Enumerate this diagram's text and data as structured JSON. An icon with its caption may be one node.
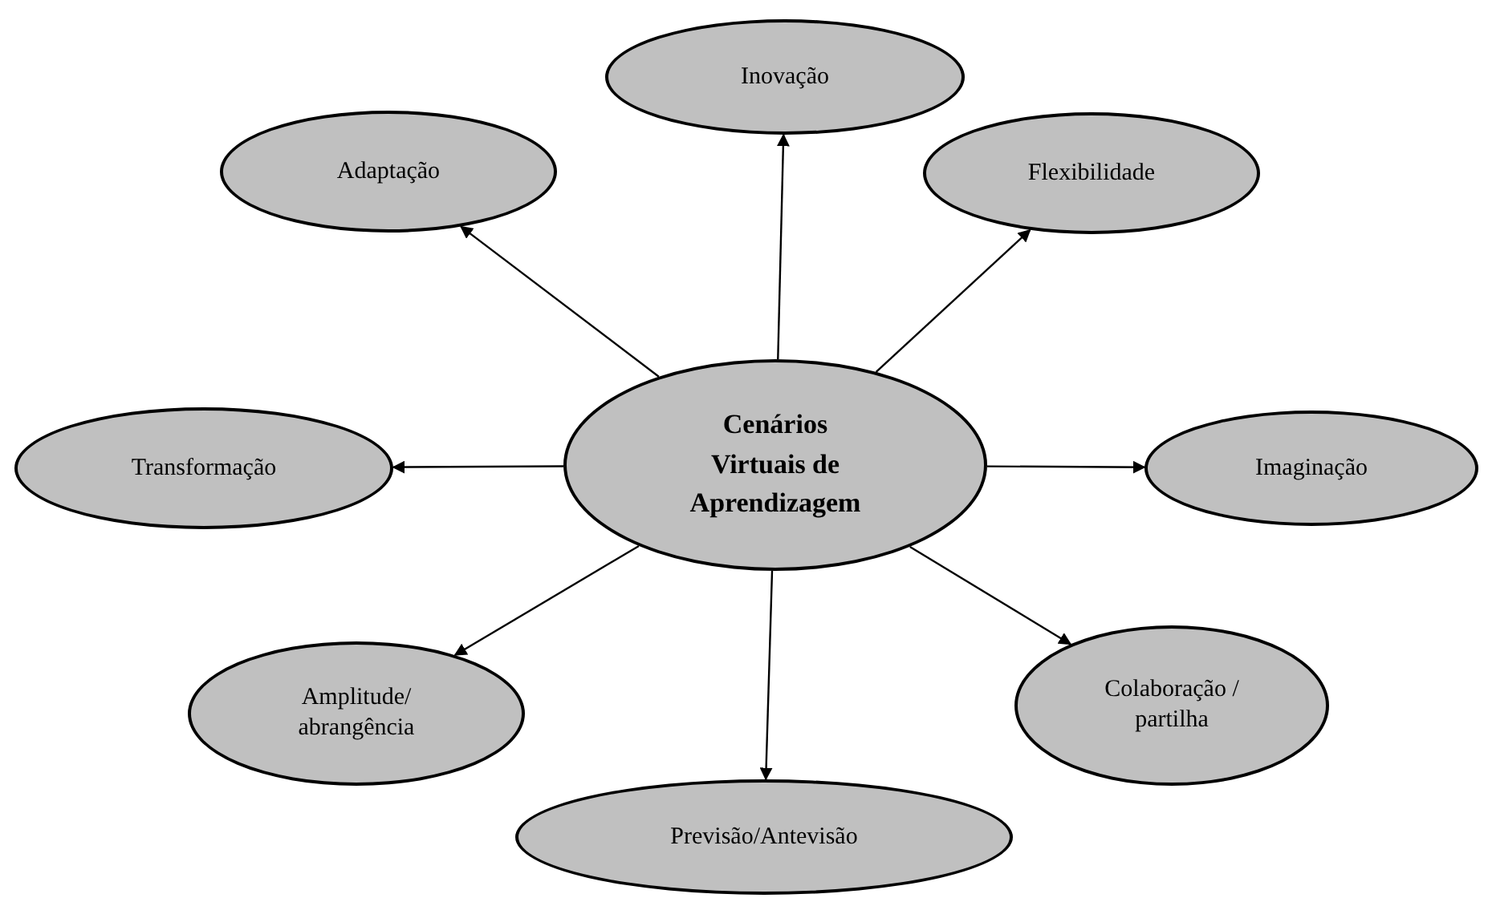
{
  "diagram": {
    "nodes": [
      {
        "text": [
          "Cenários Virtuais de Aprendizagem"
        ]
      },
      {
        "text": [
          "Inovação"
        ]
      },
      {
        "text": [
          "Adaptação"
        ]
      },
      {
        "text": [
          "Flexibilidade"
        ]
      },
      {
        "text": [
          "Transformação"
        ]
      },
      {
        "text": [
          "Imaginação"
        ]
      },
      {
        "text": [
          "Amplitude/ abrangência"
        ]
      },
      {
        "text": [
          "Colaboração / partilha"
        ]
      },
      {
        "text": [
          "Previsão/Antevisão"
        ]
      }
    ],
    "edges": [
      {
        "from": 0,
        "to": 1,
        "arrow": "to"
      },
      {
        "from": 0,
        "to": 2,
        "arrow": "to"
      },
      {
        "from": 0,
        "to": 3,
        "arrow": "to"
      },
      {
        "from": 0,
        "to": 4,
        "arrow": "to"
      },
      {
        "from": 0,
        "to": 5,
        "arrow": "to"
      },
      {
        "from": 0,
        "to": 6,
        "arrow": "to"
      },
      {
        "from": 0,
        "to": 7,
        "arrow": "to"
      },
      {
        "from": 0,
        "to": 8,
        "arrow": "to"
      }
    ]
  }
}
